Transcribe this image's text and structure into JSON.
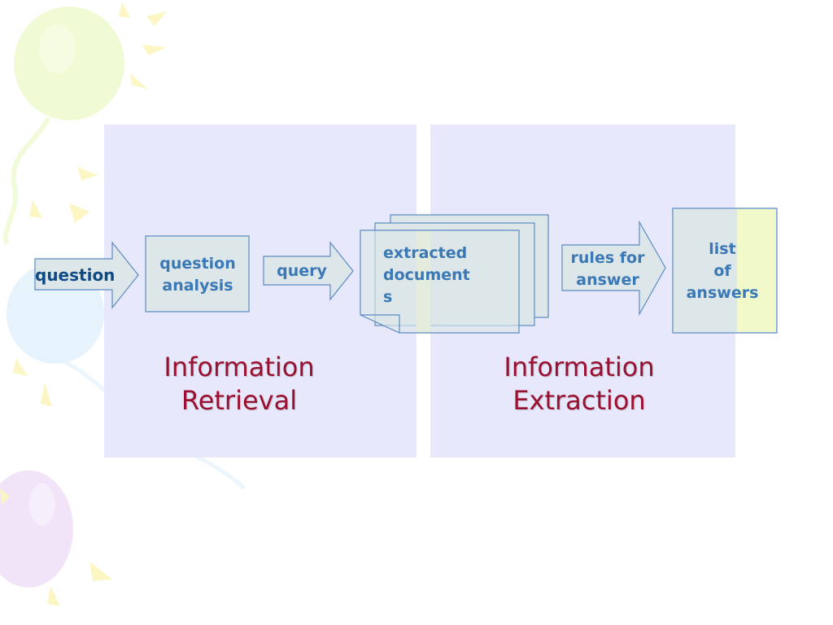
{
  "panels": {
    "ir_title": "Information\nRetrieval",
    "ie_title": "Information\nExtraction"
  },
  "flow": {
    "question": "question",
    "question_analysis": "question\nanalysis",
    "query": "query",
    "extracted_documents": "extracted\ndocument\ns",
    "rules_for_answer": "rules for\nanswer",
    "list_of_answers": "list\nof\nanswers"
  },
  "colors": {
    "panel_bg": "#e7e8fb",
    "title_red": "#9a1030",
    "flow_text": "#3a78b6",
    "question_text": "#0d4a86",
    "shape_fill": "#dde6e8",
    "shape_stroke": "#5b8bc3",
    "highlight_yellow": "#f1f8c9"
  },
  "icons": {
    "background": "balloon-decorations"
  }
}
